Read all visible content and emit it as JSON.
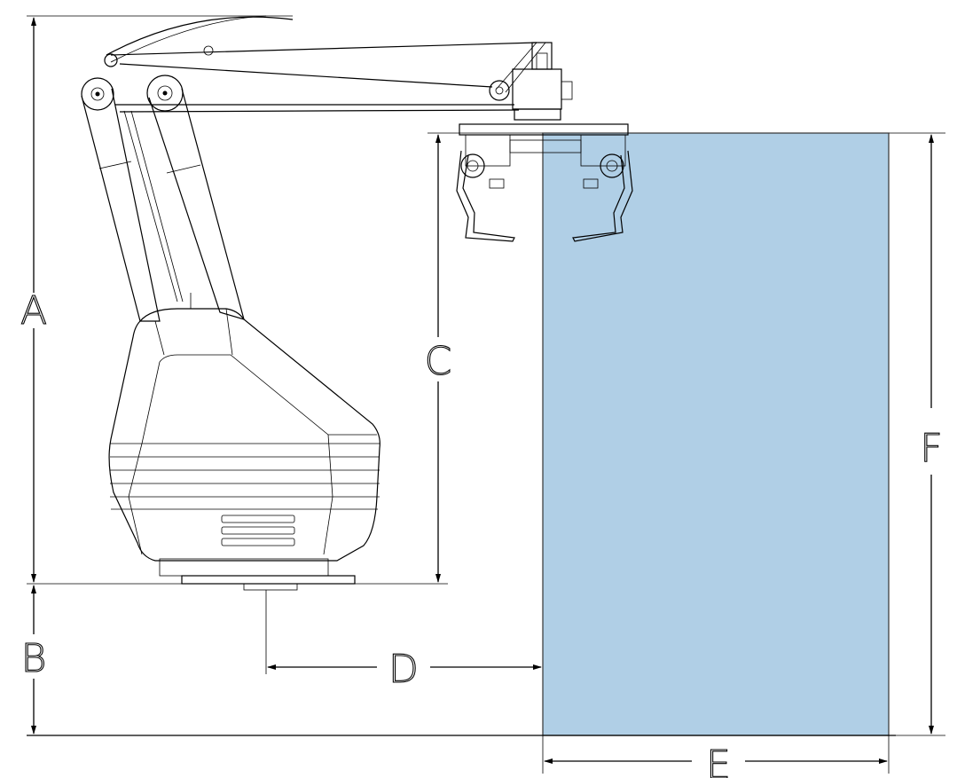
{
  "colors": {
    "pallet_fill": "#b0cfe6",
    "pallet_stroke": "#333333",
    "line": "#000000",
    "background": "#ffffff"
  },
  "dimensions": {
    "A": "A",
    "B": "B",
    "C": "C",
    "D": "D",
    "E": "E",
    "F": "F"
  }
}
